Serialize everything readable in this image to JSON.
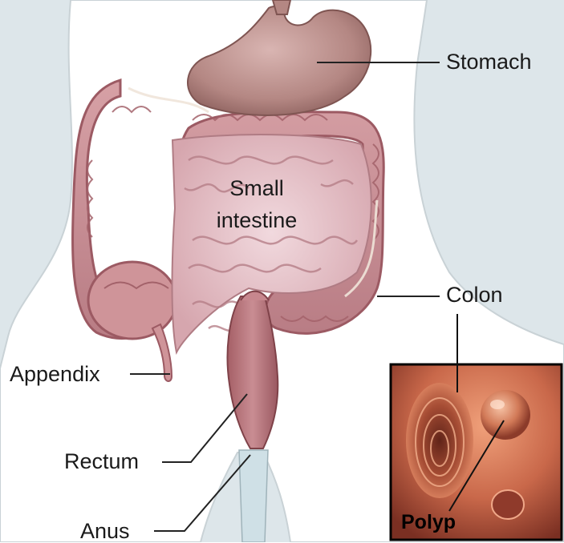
{
  "labels": {
    "stomach": "Stomach",
    "small_intestine_line1": "Small",
    "small_intestine_line2": "intestine",
    "colon": "Colon",
    "appendix": "Appendix",
    "rectum": "Rectum",
    "anus": "Anus",
    "polyp": "Polyp"
  },
  "colors": {
    "background": "#dde6ea",
    "body": "#ffffff",
    "organ_light": "#dcb0b4",
    "organ_mid": "#c88c93",
    "organ_dark": "#9c5a63",
    "inset_bg": "#c9684a",
    "line": "#222222"
  }
}
